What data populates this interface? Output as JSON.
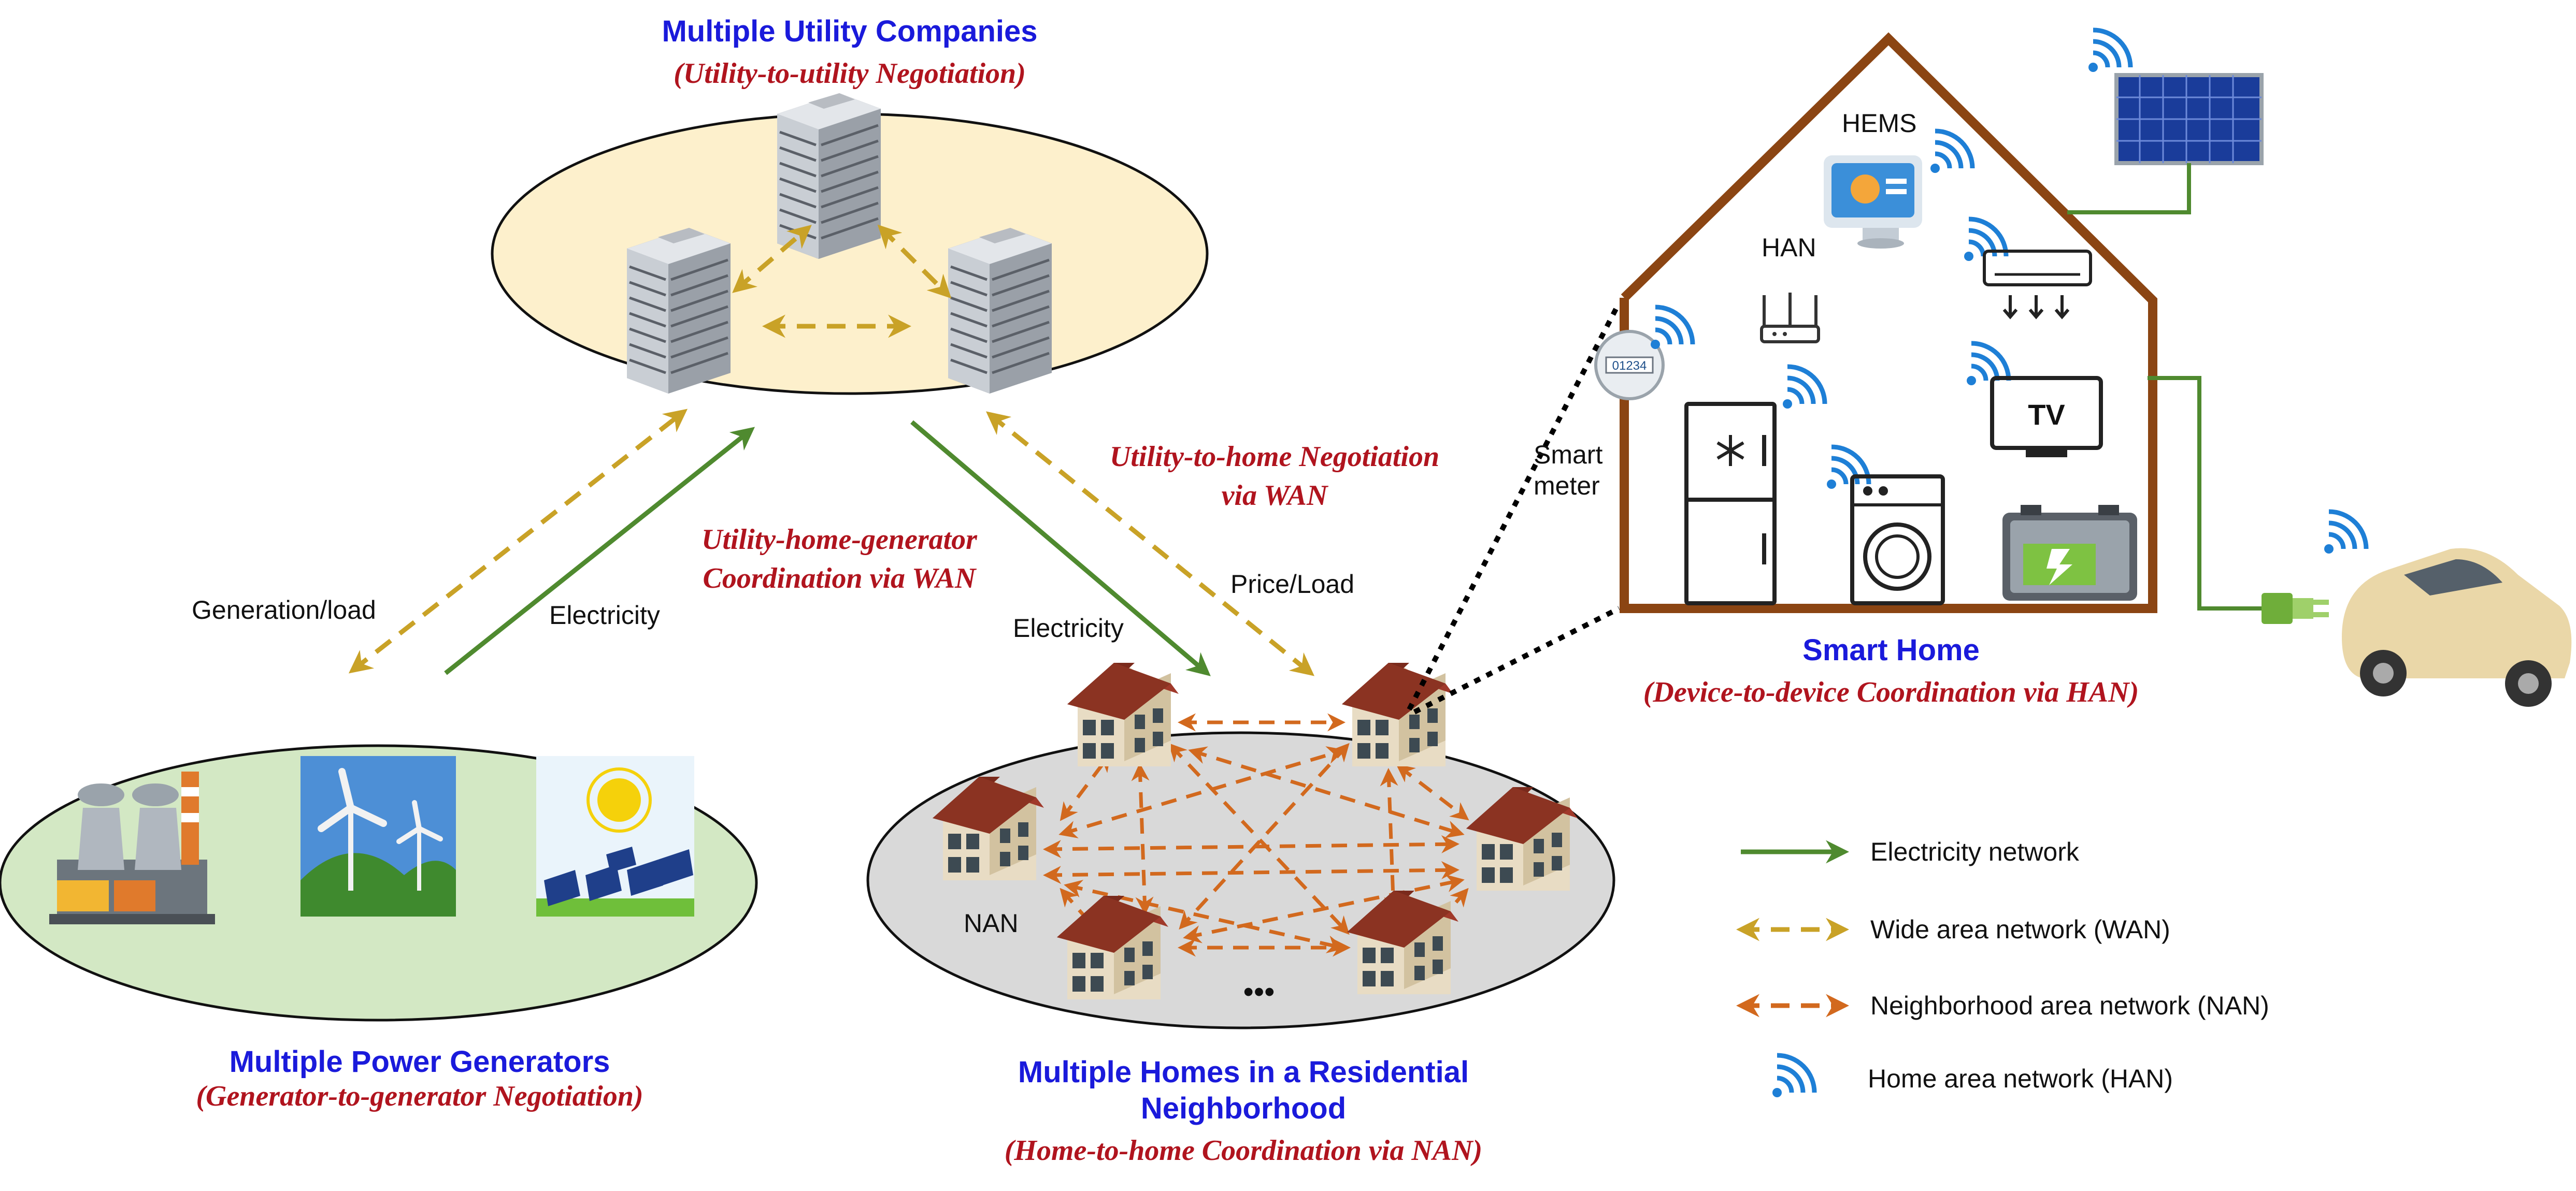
{
  "utilities": {
    "title": "Multiple Utility Companies",
    "subtitle": "(Utility-to-utility Negotiation)"
  },
  "generators": {
    "title": "Multiple Power Generators",
    "subtitle": "(Generator-to-generator Negotiation)"
  },
  "neighborhood": {
    "title_line1": "Multiple Homes in a Residential",
    "title_line2": "Neighborhood",
    "subtitle": "(Home-to-home Coordination via NAN)",
    "nan_label": "NAN",
    "ellipsis": "•••"
  },
  "smart_home": {
    "title": "Smart Home",
    "subtitle": "(Device-to-device Coordination via HAN)",
    "hems_label": "HEMS",
    "han_label": "HAN",
    "meter_label_line1": "Smart",
    "meter_label_line2": "meter",
    "tv_label": "TV",
    "meter_display": "01234"
  },
  "links": {
    "generation_load": "Generation/load",
    "electricity_left": "Electricity",
    "electricity_right": "Electricity",
    "price_load": "Price/Load",
    "coord_line1": "Utility-home-generator",
    "coord_line2": "Coordination via WAN",
    "neg_line1": "Utility-to-home Negotiation",
    "neg_line2": "via WAN"
  },
  "legend": {
    "items": [
      {
        "label": "Electricity network",
        "icon": "solid-arrow",
        "color": "#4f8a2f"
      },
      {
        "label": "Wide area network (WAN)",
        "icon": "dashed-arrow",
        "color": "#c9a227"
      },
      {
        "label": "Neighborhood area network (NAN)",
        "icon": "dashed-arrow",
        "color": "#d2691e"
      },
      {
        "label": "Home area network (HAN)",
        "icon": "wifi-icon",
        "color": "#1e7fd6"
      }
    ]
  },
  "colors": {
    "electricity": "#4f8a2f",
    "wan": "#c9a227",
    "nan": "#d2691e",
    "han": "#1e7fd6",
    "house_outline": "#8b4513"
  }
}
